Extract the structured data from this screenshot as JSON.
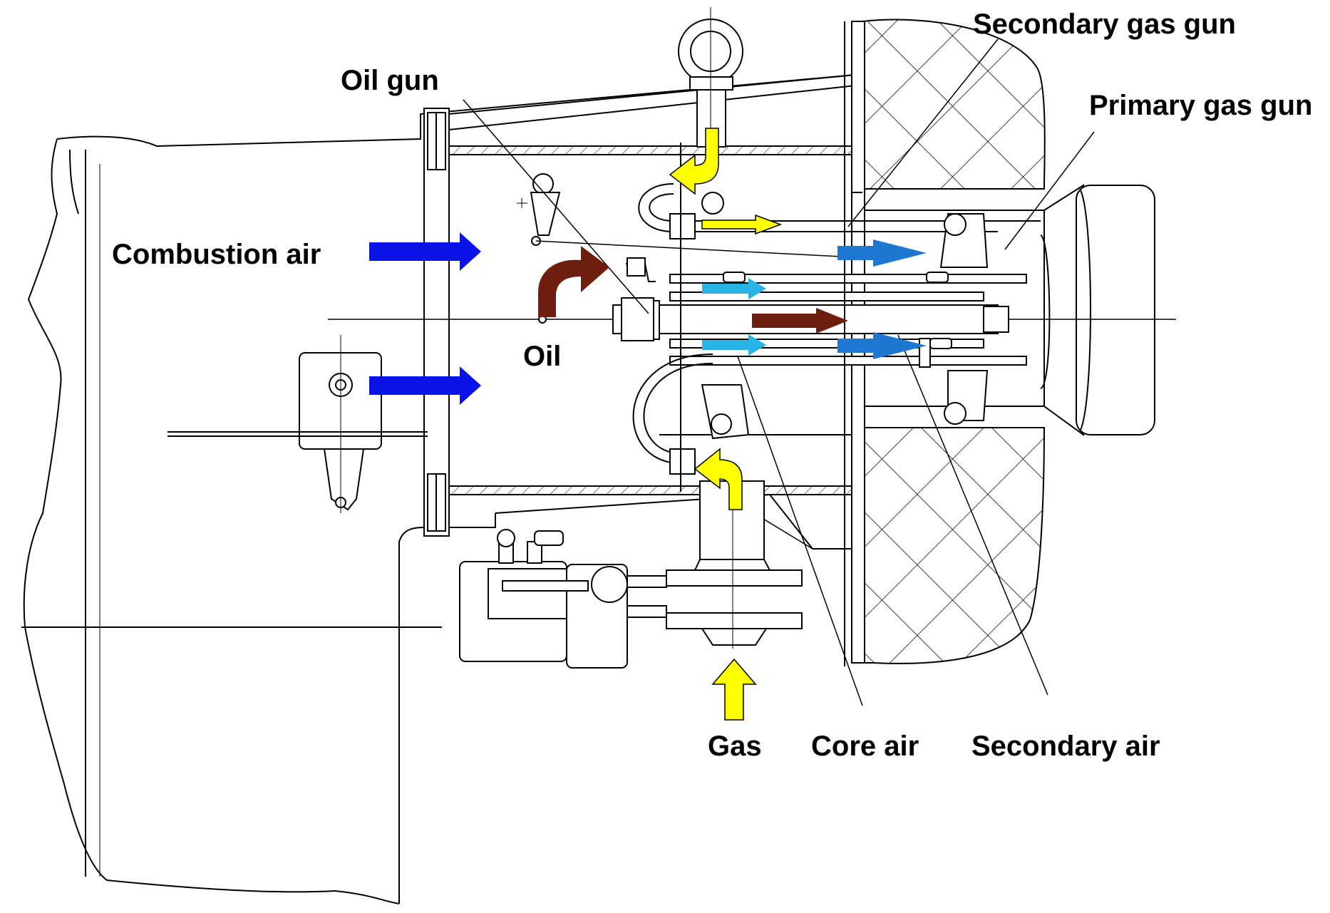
{
  "labels": {
    "secondary_gas_gun": "Secondary gas gun",
    "oil_gun": "Oil gun",
    "primary_gas_gun": "Primary gas gun",
    "combustion_air": "Combustion air",
    "oil": "Oil",
    "gas": "Gas",
    "core_air": "Core air",
    "secondary_air": "Secondary air"
  },
  "colors": {
    "combustion_air": "#0a14e6",
    "secondary_air": "#1e78d2",
    "core_air": "#28b4e6",
    "oil": "#6e1e0f",
    "gas": "#ffff00",
    "line": "#000000"
  }
}
